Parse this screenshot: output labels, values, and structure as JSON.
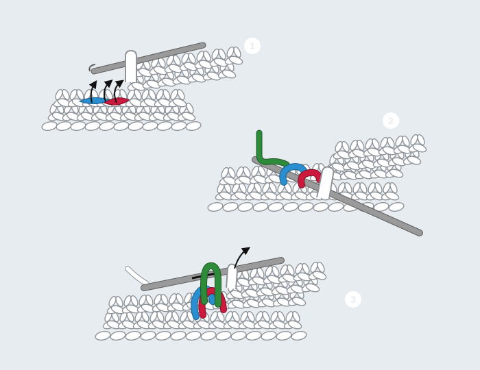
{
  "steps": [
    {
      "number": "1"
    },
    {
      "number": "2"
    },
    {
      "number": "3"
    }
  ],
  "colors": {
    "background": "#e7ecf0",
    "yarn_fill": "#ffffff",
    "yarn_outline": "#8e949a",
    "hook": "#9a9a9a",
    "hook_outline": "#5e5e5e",
    "loop_blue": "#2a8fd0",
    "loop_red": "#cc1a3e",
    "loop_green": "#2e8b3a",
    "arrow": "#111111",
    "badge": "#ffffff"
  },
  "icons": {
    "stitch": "crochet-stitch-icon",
    "hook": "crochet-hook-icon",
    "arrow": "arrow-icon"
  }
}
